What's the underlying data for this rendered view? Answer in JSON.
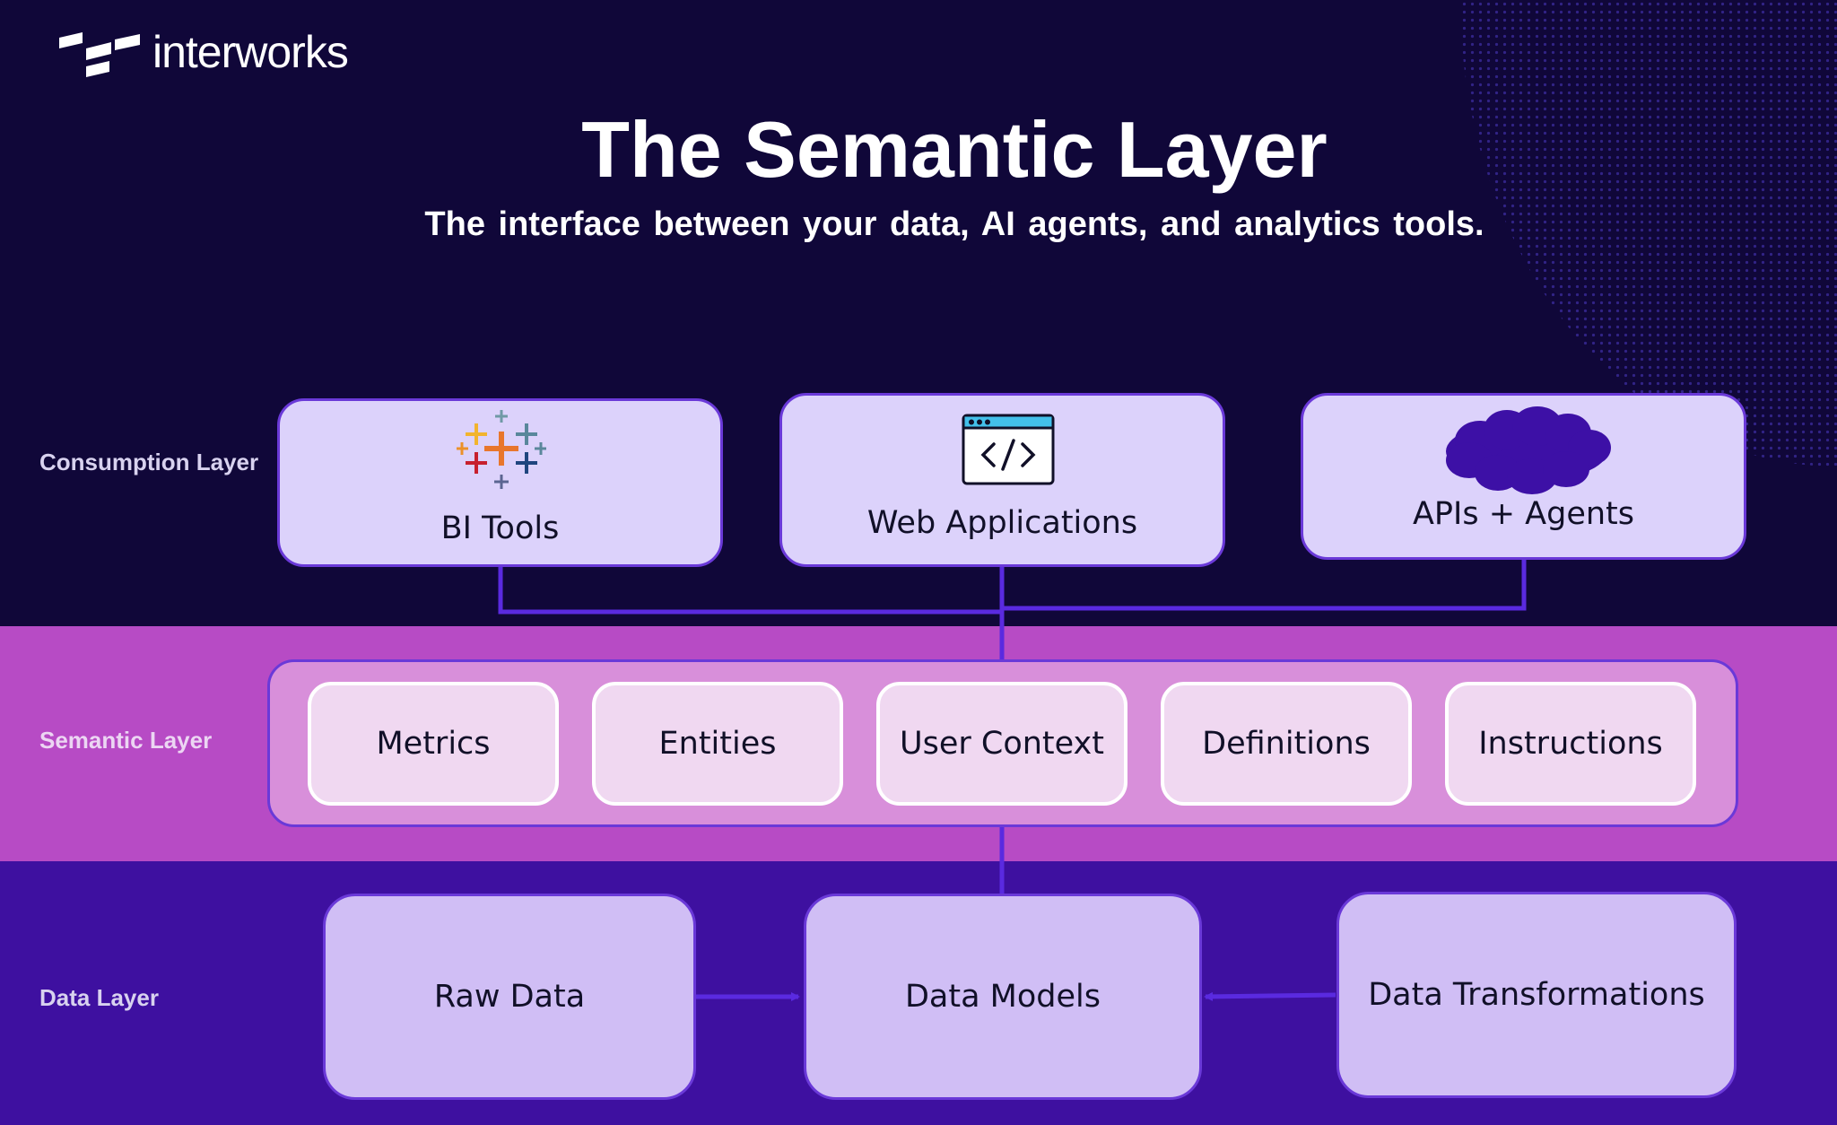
{
  "brand": {
    "logo_text": "interworks"
  },
  "title": "The Semantic Layer",
  "subtitle": "The interface between your data, AI agents, and analytics tools.",
  "layers": {
    "consumption": {
      "label": "Consumption Layer",
      "items": [
        {
          "label": "BI Tools",
          "icon": "tableau-cross-icon"
        },
        {
          "label": "Web Applications",
          "icon": "code-window-icon"
        },
        {
          "label": "APIs + Agents",
          "icon": "cloud-icon"
        }
      ]
    },
    "semantic": {
      "label": "Semantic Layer",
      "items": [
        "Metrics",
        "Entities",
        "User Context",
        "Definitions",
        "Instructions"
      ]
    },
    "data": {
      "label": "Data Layer",
      "items": [
        "Raw Data",
        "Data Models",
        "Data Transformations"
      ]
    }
  },
  "colors": {
    "background_top": "#100739",
    "semantic_band": "#b74bc5",
    "data_band": "#3e10a0",
    "connector": "#5a2ae0",
    "card_fill": "#dcd2fb",
    "pill_fill": "#f0d8f1",
    "data_card_fill": "#d0bef5"
  }
}
